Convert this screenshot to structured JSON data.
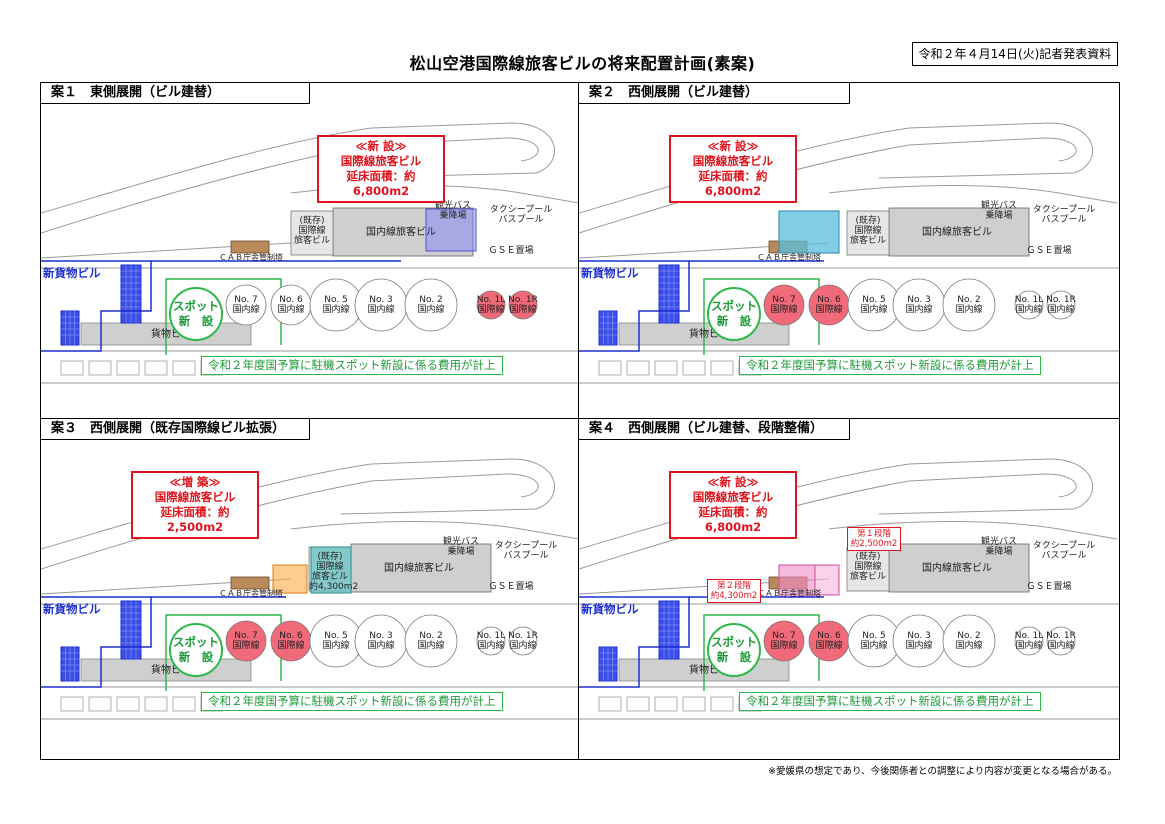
{
  "title": "松山空港国際線旅客ビルの将来配置計画(素案)",
  "press_date": "令和２年４月14日(火)記者発表資料",
  "footnote": "※愛媛県の想定であり、今後関係者との調整により内容が変更となる場合がある。",
  "common": {
    "cargo_new": "新貨物ビル",
    "cargo": "貨物ビル",
    "spot_line1": "スポット",
    "spot_line2": "新　設",
    "budget": "令和２年度国予算に駐機スポット新設に係る費用が計上",
    "domestic_building": "国内線旅客ビル",
    "existing_intl": "(既存)\n国際線\n旅客ビル",
    "tour_bus": "観光バス\n乗降場",
    "taxi_pool": "タクシープール\nバスプール",
    "gse": "ＧＳＥ置場",
    "cab": "ＣＡＢ庁舎管制塔",
    "spots": [
      {
        "name": "No. 7",
        "use": "国内線"
      },
      {
        "name": "No. 6",
        "use": "国内線"
      },
      {
        "name": "No. 5",
        "use": "国内線"
      },
      {
        "name": "No. 3",
        "use": "国内線"
      },
      {
        "name": "No. 2",
        "use": "国内線"
      },
      {
        "name": "No. 1L",
        "use": "国内線"
      },
      {
        "name": "No. 1R",
        "use": "国内線"
      }
    ],
    "spot_intl_use": "国際線"
  },
  "panels": [
    {
      "heading": "案１　東側展開（ビル建替）",
      "box": [
        "≪新 設≫",
        "国際線旅客ビル",
        "延床面積：約6,800m2"
      ],
      "side": "east"
    },
    {
      "heading": "案２　西側展開（ビル建替）",
      "box": [
        "≪新 設≫",
        "国際線旅客ビル",
        "延床面積：約6,800m2"
      ],
      "side": "west"
    },
    {
      "heading": "案３　西側展開（既存国際線ビル拡張）",
      "box": [
        "≪増 築≫",
        "国際線旅客ビル",
        "延床面積：約2,500m2"
      ],
      "side": "expand",
      "existing_area": "(既存)\n国際線\n旅客ビル\n約4,300m2"
    },
    {
      "heading": "案４　西側展開（ビル建替、段階整備）",
      "box": [
        "≪新 設≫",
        "国際線旅客ビル",
        "延床面積：約6,800m2"
      ],
      "side": "staged",
      "stage1": "第１段階\n約2,500m2",
      "stage2": "第２段階\n約4,300m2"
    }
  ],
  "colors": {
    "red": "#e0141e",
    "green": "#2eb84a",
    "blue": "#1f2fd0",
    "pink": "#f06a7a"
  }
}
